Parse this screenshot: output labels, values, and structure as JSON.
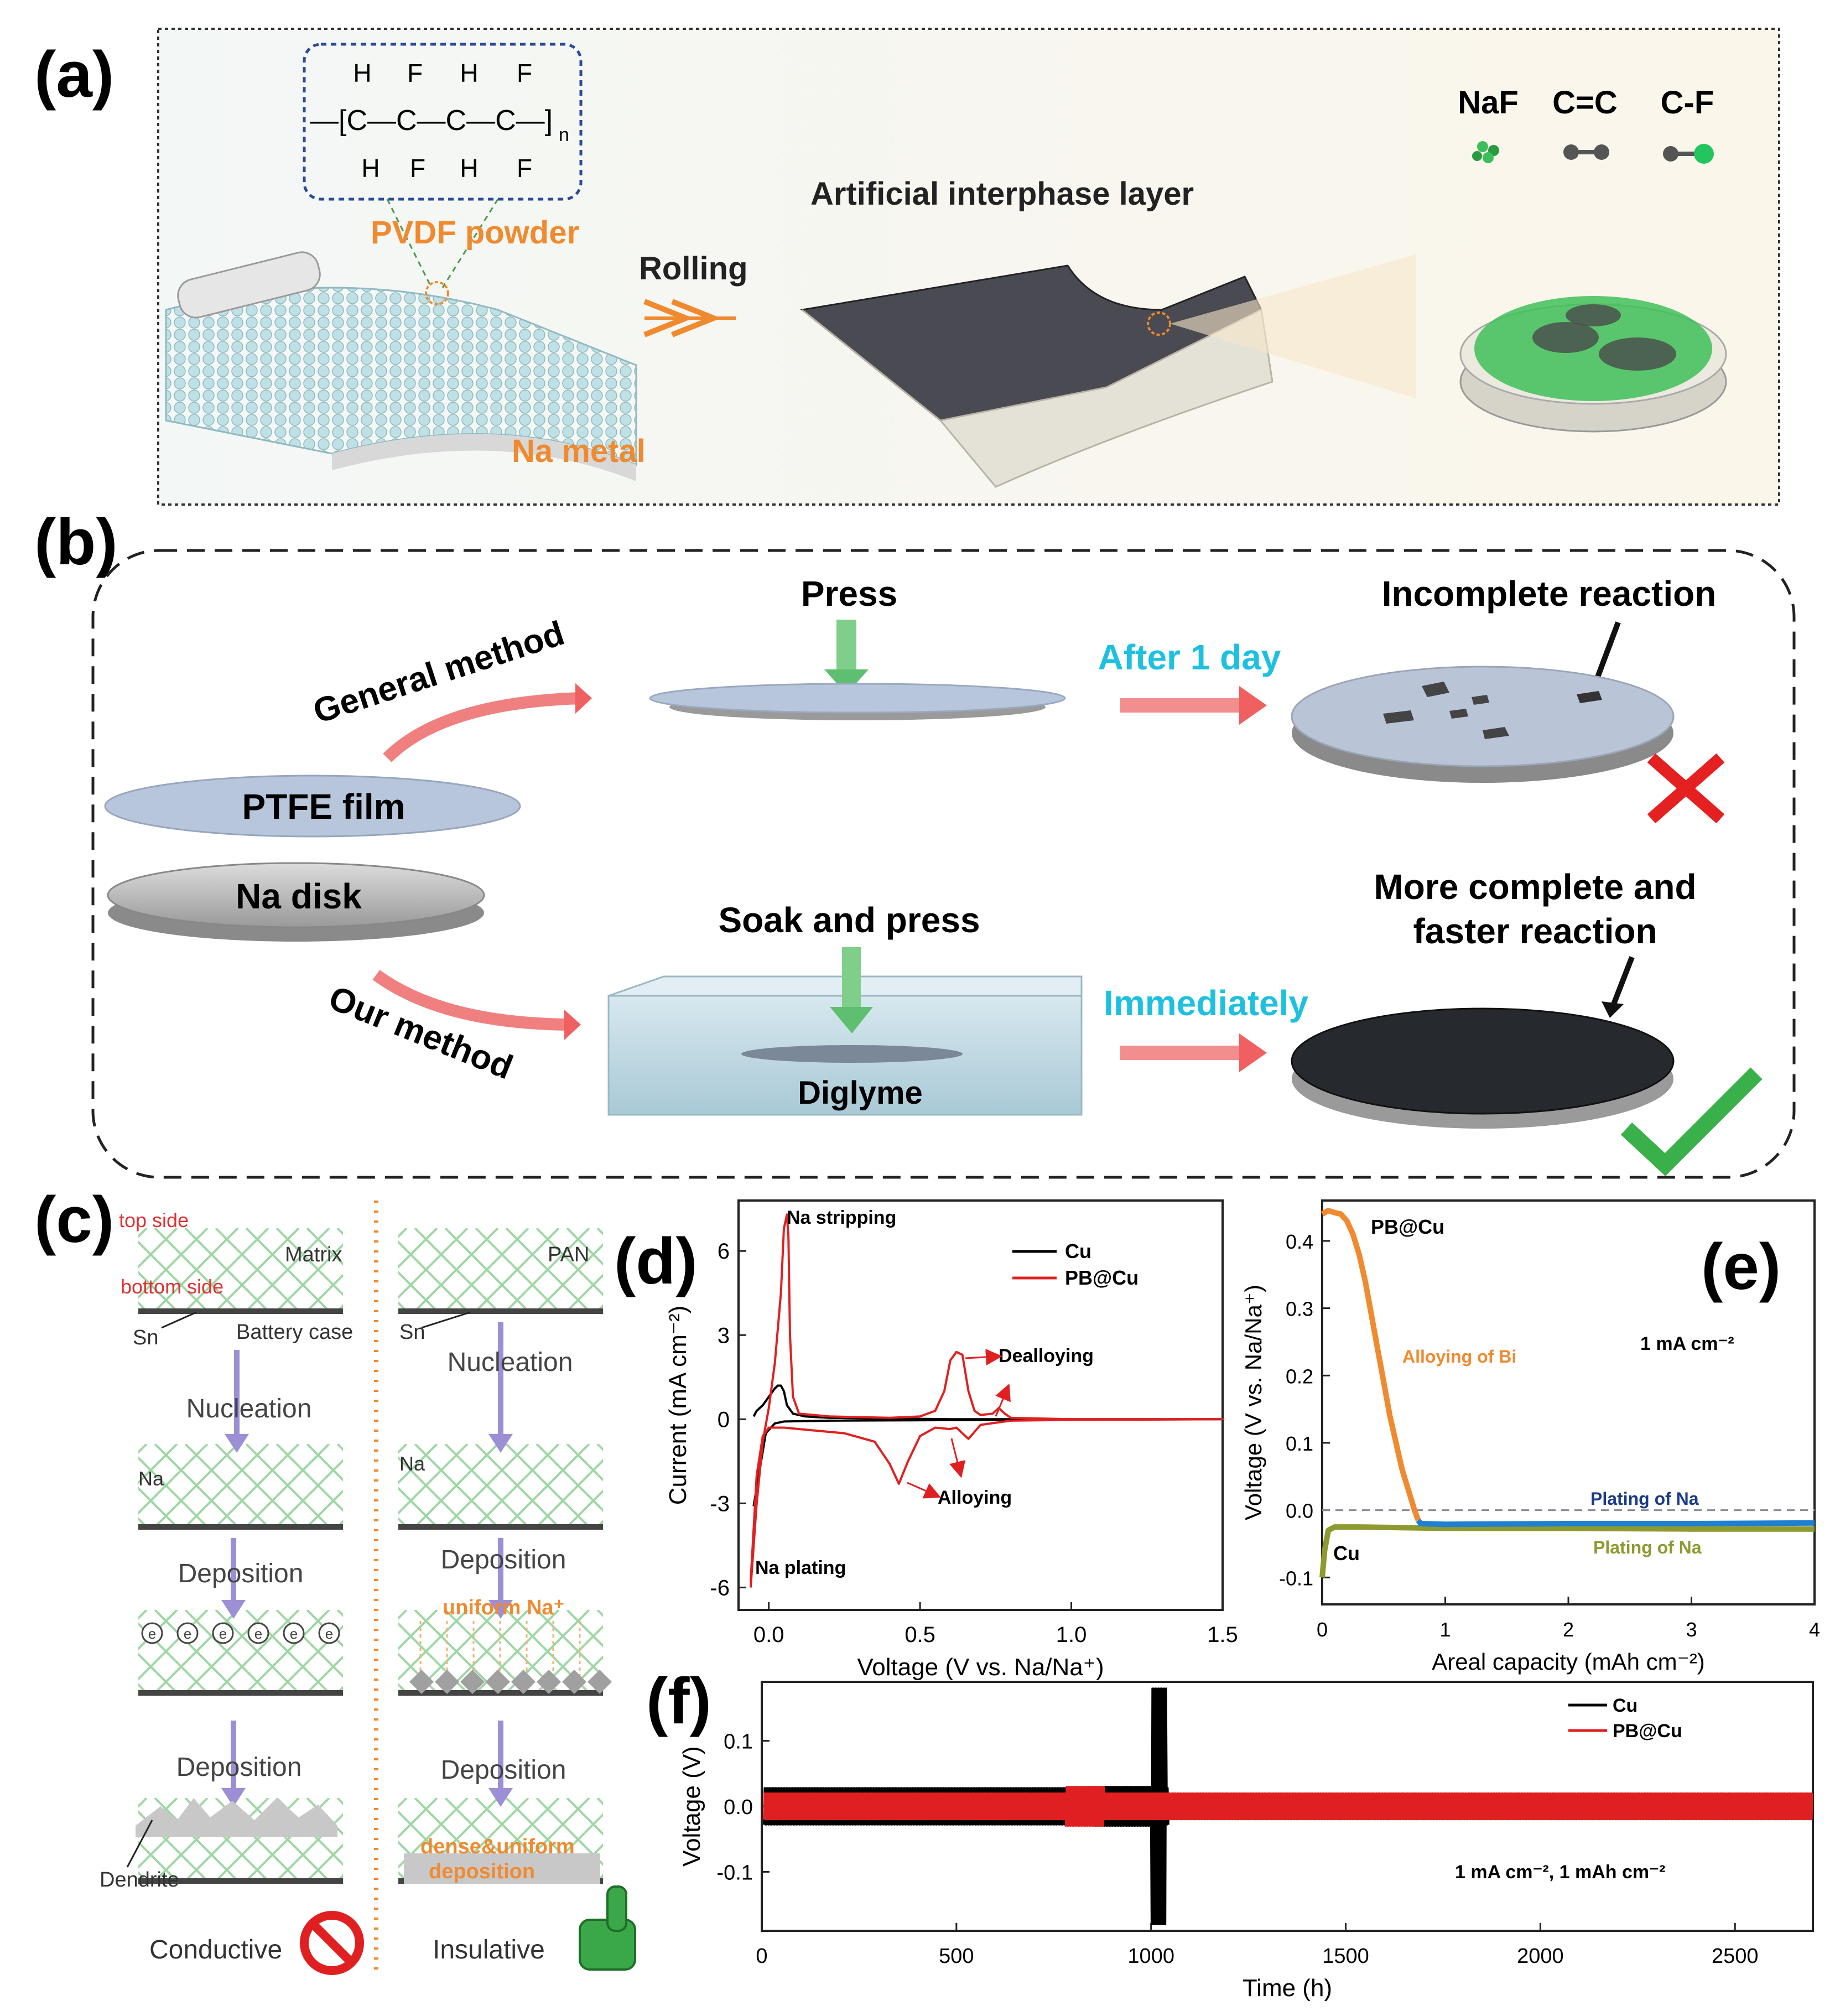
{
  "panels": {
    "a": {
      "label": "(a)",
      "formula": {
        "top_atoms": [
          "H",
          "F",
          "H",
          "F"
        ],
        "backbone": "—[C—C—C—C—]",
        "subscript": "n",
        "bottom_atoms": [
          "H",
          "F",
          "H",
          "F"
        ]
      },
      "pvdf_label": "PVDF powder",
      "na_label": "Na metal",
      "rolling_label": "Rolling",
      "interphase_label": "Artificial interphase layer",
      "legend": [
        "NaF",
        "C=C",
        "C-F"
      ]
    },
    "b": {
      "label": "(b)",
      "ptfe": "PTFE film",
      "na_disk": "Na disk",
      "general": "General method",
      "our": "Our method",
      "press": "Press",
      "after": "After 1 day",
      "incomplete": "Incomplete reaction",
      "soak": "Soak and press",
      "diglyme": "Diglyme",
      "immediately": "Immediately",
      "more_complete_1": "More complete and",
      "more_complete_2": "faster reaction"
    },
    "c": {
      "label": "(c)",
      "left": {
        "top_side": "top side",
        "matrix": "Matrix",
        "bottom_side": "bottom side",
        "sn": "Sn",
        "battery_case": "Battery case",
        "nucleation": "Nucleation",
        "na": "Na",
        "deposition1": "Deposition",
        "deposition2": "Deposition",
        "dendrite": "Dendrite",
        "conductive": "Conductive"
      },
      "right": {
        "pan": "PAN",
        "sn": "Sn",
        "nucleation": "Nucleation",
        "na": "Na",
        "deposition1": "Deposition",
        "uniform": "uniform Na⁺",
        "deposition2": "Deposition",
        "dense1": "dense&uniform",
        "dense2": "deposition",
        "insulative": "Insulative"
      }
    },
    "d": {
      "label": "(d)"
    },
    "e": {
      "label": "(e)"
    },
    "f": {
      "label": "(f)"
    }
  },
  "colors": {
    "cu": "#000000",
    "pbcu": "#e02020",
    "orange": "#f08a30",
    "green": "#3aa04a",
    "cyan": "#1ec0e0",
    "na_blue": "#1f7fd0",
    "olive": "#8c9a30"
  },
  "chart_data": [
    {
      "id": "d",
      "type": "line",
      "xlabel": "Voltage (V vs. Na/Na⁺)",
      "ylabel": "Current (mA cm⁻²)",
      "xlim": [
        -0.1,
        1.5
      ],
      "ylim": [
        -6.8,
        7.8
      ],
      "xticks": [
        0.0,
        0.5,
        1.0,
        1.5
      ],
      "xtick_labels": [
        "0.0",
        "0.5",
        "1.0",
        "1.5"
      ],
      "yticks": [
        -6,
        -3,
        0,
        3,
        6
      ],
      "ytick_labels": [
        "-6",
        "-3",
        "0",
        "3",
        "6"
      ],
      "legend": [
        "Cu",
        "PB@Cu"
      ],
      "annotations": [
        "Na stripping",
        "Dealloying",
        "Alloying",
        "Na plating"
      ],
      "series": [
        {
          "name": "Cu",
          "x": [
            -0.05,
            -0.04,
            -0.02,
            0.0,
            0.02,
            0.03,
            0.04,
            0.05,
            0.06,
            0.08,
            0.12,
            0.2,
            0.6,
            1.5,
            0.6,
            0.2,
            0.05,
            0.02,
            -0.01,
            -0.03,
            -0.05
          ],
          "y": [
            0.1,
            0.3,
            0.5,
            0.8,
            1.1,
            1.2,
            1.2,
            1.0,
            0.5,
            0.2,
            0.1,
            0.05,
            0.0,
            0.0,
            -0.03,
            -0.05,
            -0.08,
            -0.15,
            -0.5,
            -1.8,
            -3.1
          ]
        },
        {
          "name": "PB@Cu",
          "x": [
            -0.06,
            -0.04,
            -0.02,
            0.0,
            0.02,
            0.04,
            0.05,
            0.06,
            0.065,
            0.07,
            0.08,
            0.1,
            0.2,
            0.4,
            0.5,
            0.55,
            0.58,
            0.6,
            0.62,
            0.64,
            0.66,
            0.68,
            0.7,
            0.74,
            0.76,
            0.78,
            0.8,
            1.0,
            1.5,
            1.0,
            0.8,
            0.7,
            0.66,
            0.64,
            0.62,
            0.6,
            0.55,
            0.5,
            0.46,
            0.43,
            0.4,
            0.35,
            0.25,
            0.15,
            0.05,
            0.0,
            -0.02,
            -0.04,
            -0.06
          ],
          "y": [
            -6.0,
            -3.0,
            -0.8,
            0.4,
            2.0,
            4.5,
            6.8,
            7.3,
            6.5,
            3.0,
            0.8,
            0.2,
            0.1,
            0.05,
            0.1,
            0.3,
            1.0,
            2.1,
            2.4,
            2.3,
            1.0,
            0.3,
            0.15,
            0.2,
            0.4,
            0.2,
            0.05,
            0.0,
            0.0,
            -0.02,
            -0.05,
            -0.2,
            -0.7,
            -0.5,
            -0.3,
            -0.35,
            -0.3,
            -0.6,
            -1.5,
            -2.3,
            -1.6,
            -0.8,
            -0.5,
            -0.4,
            -0.3,
            -0.3,
            -0.6,
            -2.0,
            -5.8
          ]
        }
      ]
    },
    {
      "id": "e",
      "type": "line",
      "xlabel": "Areal capacity (mAh cm⁻²)",
      "ylabel": "Voltage (V vs. Na/Na⁺)",
      "xlim": [
        0,
        4
      ],
      "ylim": [
        -0.14,
        0.46
      ],
      "xticks": [
        0,
        1,
        2,
        3,
        4
      ],
      "xtick_labels": [
        "0",
        "1",
        "2",
        "3",
        "4"
      ],
      "yticks": [
        -0.1,
        0.0,
        0.1,
        0.2,
        0.3,
        0.4
      ],
      "ytick_labels": [
        "-0.1",
        "0.0",
        "0.1",
        "0.2",
        "0.3",
        "0.4"
      ],
      "reference_line": 0.0,
      "annotations": [
        "PB@Cu",
        "Alloying of Bi",
        "1 mA cm⁻²",
        "Plating of Na",
        "Plating of Na",
        "Cu"
      ],
      "series": [
        {
          "name": "PB@Cu",
          "x": [
            0.0,
            0.05,
            0.1,
            0.15,
            0.2,
            0.25,
            0.3,
            0.35,
            0.4,
            0.45,
            0.5,
            0.55,
            0.6,
            0.65,
            0.7,
            0.75,
            0.78,
            0.8,
            1.0,
            2.0,
            3.0,
            4.0
          ],
          "y": [
            0.44,
            0.445,
            0.442,
            0.44,
            0.43,
            0.41,
            0.38,
            0.34,
            0.29,
            0.24,
            0.19,
            0.14,
            0.1,
            0.06,
            0.03,
            0.0,
            -0.015,
            -0.02,
            -0.021,
            -0.02,
            -0.02,
            -0.019
          ]
        },
        {
          "name": "Cu",
          "x": [
            0.0,
            0.02,
            0.05,
            0.1,
            0.3,
            1.0,
            2.0,
            3.0,
            4.0
          ],
          "y": [
            -0.1,
            -0.06,
            -0.03,
            -0.025,
            -0.025,
            -0.027,
            -0.027,
            -0.028,
            -0.028
          ]
        }
      ]
    },
    {
      "id": "f",
      "type": "line",
      "xlabel": "Time (h)",
      "ylabel": "Voltage (V)",
      "xlim": [
        0,
        2700
      ],
      "ylim": [
        -0.19,
        0.19
      ],
      "xticks": [
        0,
        500,
        1000,
        1500,
        2000,
        2500
      ],
      "xtick_labels": [
        "0",
        "500",
        "1000",
        "1500",
        "2000",
        "2500"
      ],
      "yticks": [
        -0.1,
        0.0,
        0.1
      ],
      "ytick_labels": [
        "-0.1",
        "0.0",
        "0.1"
      ],
      "legend": [
        "Cu",
        "PB@Cu"
      ],
      "annotation": "1 mA cm⁻², 1 mAh cm⁻²",
      "series": [
        {
          "name": "Cu",
          "t_end": 1045,
          "amplitude": 0.028,
          "spike_range": [
            1000,
            1040
          ]
        },
        {
          "name": "PB@Cu",
          "t_end": 2700,
          "amplitude": 0.02
        }
      ]
    }
  ]
}
